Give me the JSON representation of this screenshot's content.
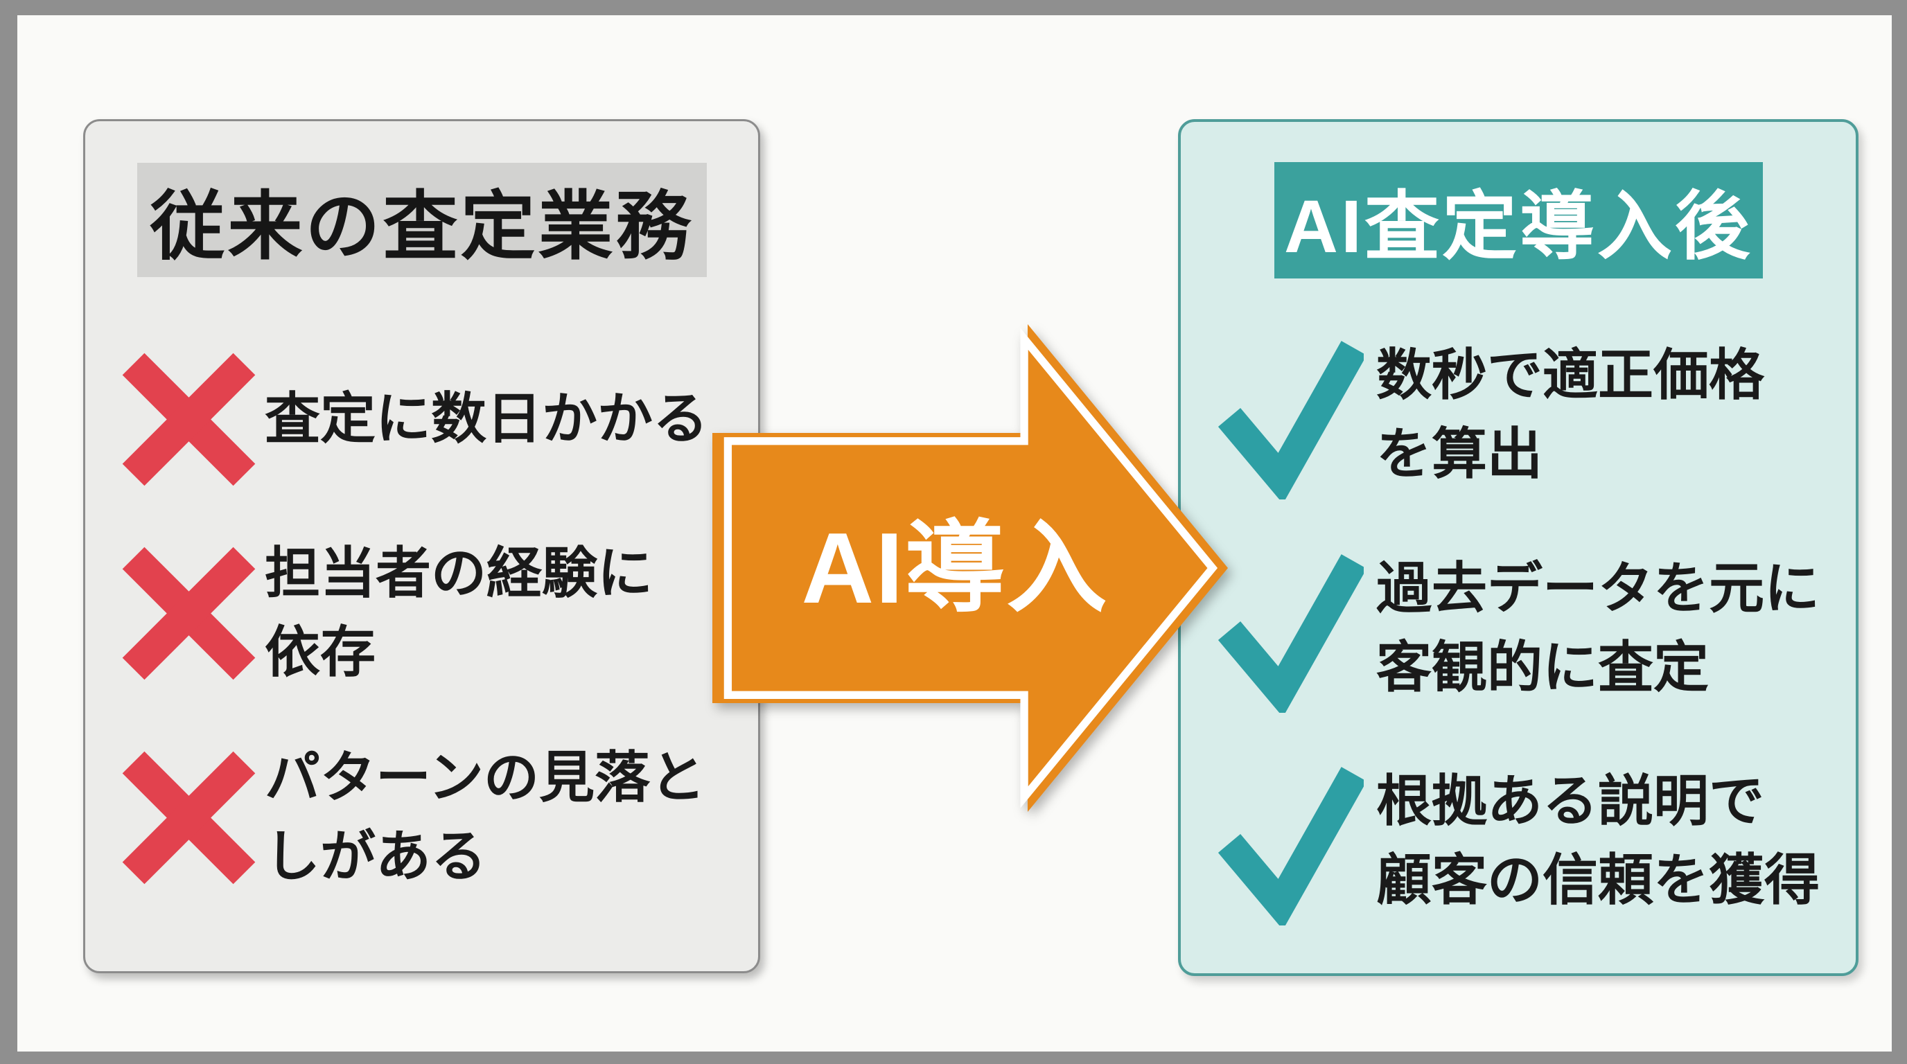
{
  "before_panel": {
    "title": "従来の査定業務",
    "items": [
      {
        "text": "査定に数日かかる"
      },
      {
        "text": "担当者の経験に\n依存"
      },
      {
        "text": "パターンの見落と\nしがある"
      }
    ]
  },
  "arrow": {
    "label": "AI導入"
  },
  "after_panel": {
    "title": "AI査定導入後",
    "items": [
      {
        "text": "数秒で適正価格\nを算出"
      },
      {
        "text": "過去データを元に\n客観的に査定"
      },
      {
        "text": "根拠ある説明で\n顧客の信頼を獲得"
      }
    ]
  },
  "colors": {
    "frame_gray": "#8F8F8F",
    "page_bg": "#FAFAF8",
    "before_panel_bg": "#ECECEA",
    "before_panel_border": "#8C8C8C",
    "before_title_bg": "#D2D2D0",
    "text_black": "#1A1A1A",
    "cross_red": "#E2424E",
    "arrow_orange": "#E7891B",
    "arrow_inline_white": "#FFFFFF",
    "after_panel_bg": "#D8EDEA",
    "after_panel_border": "#4F9D99",
    "after_title_bg": "#3BA19D",
    "after_title_text": "#FFFFFF",
    "check_teal": "#2D9FA4"
  }
}
